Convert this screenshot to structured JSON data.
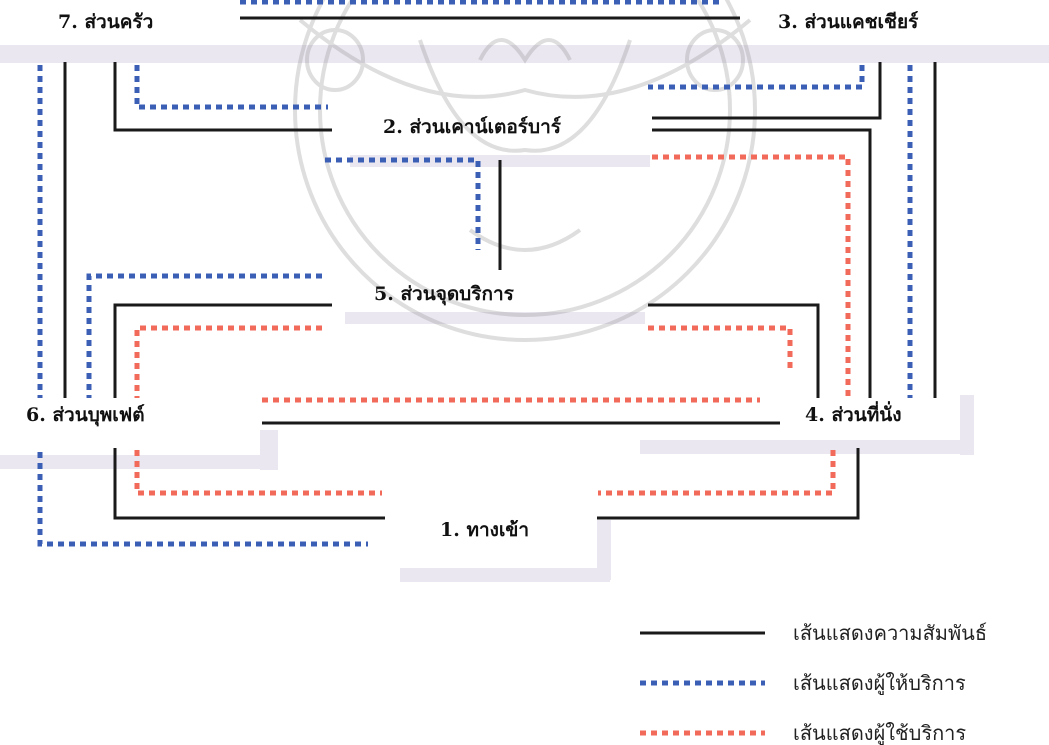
{
  "zones": {
    "entrance": "1. ทางเข้า",
    "counter_bar": "2. ส่วนเคาน์เตอร์บาร์",
    "cashier": "3. ส่วนแคชเชียร์",
    "seating": "4. ส่วนที่นั่ง",
    "service_point": "5. ส่วนจุดบริการ",
    "buffet": "6. ส่วนบุพเฟต์",
    "kitchen": "7. ส่วนครัว"
  },
  "legend": {
    "relationship": "เส้นแสดงความสัมพันธ์",
    "provider": "เส้นแสดงผู้ให้บริการ",
    "user": "เส้นแสดงผู้ใช้บริการ"
  },
  "colors": {
    "relationship_line": "#1a1a1a",
    "provider_line": "#3b5fb5",
    "user_line": "#f26a5a"
  }
}
